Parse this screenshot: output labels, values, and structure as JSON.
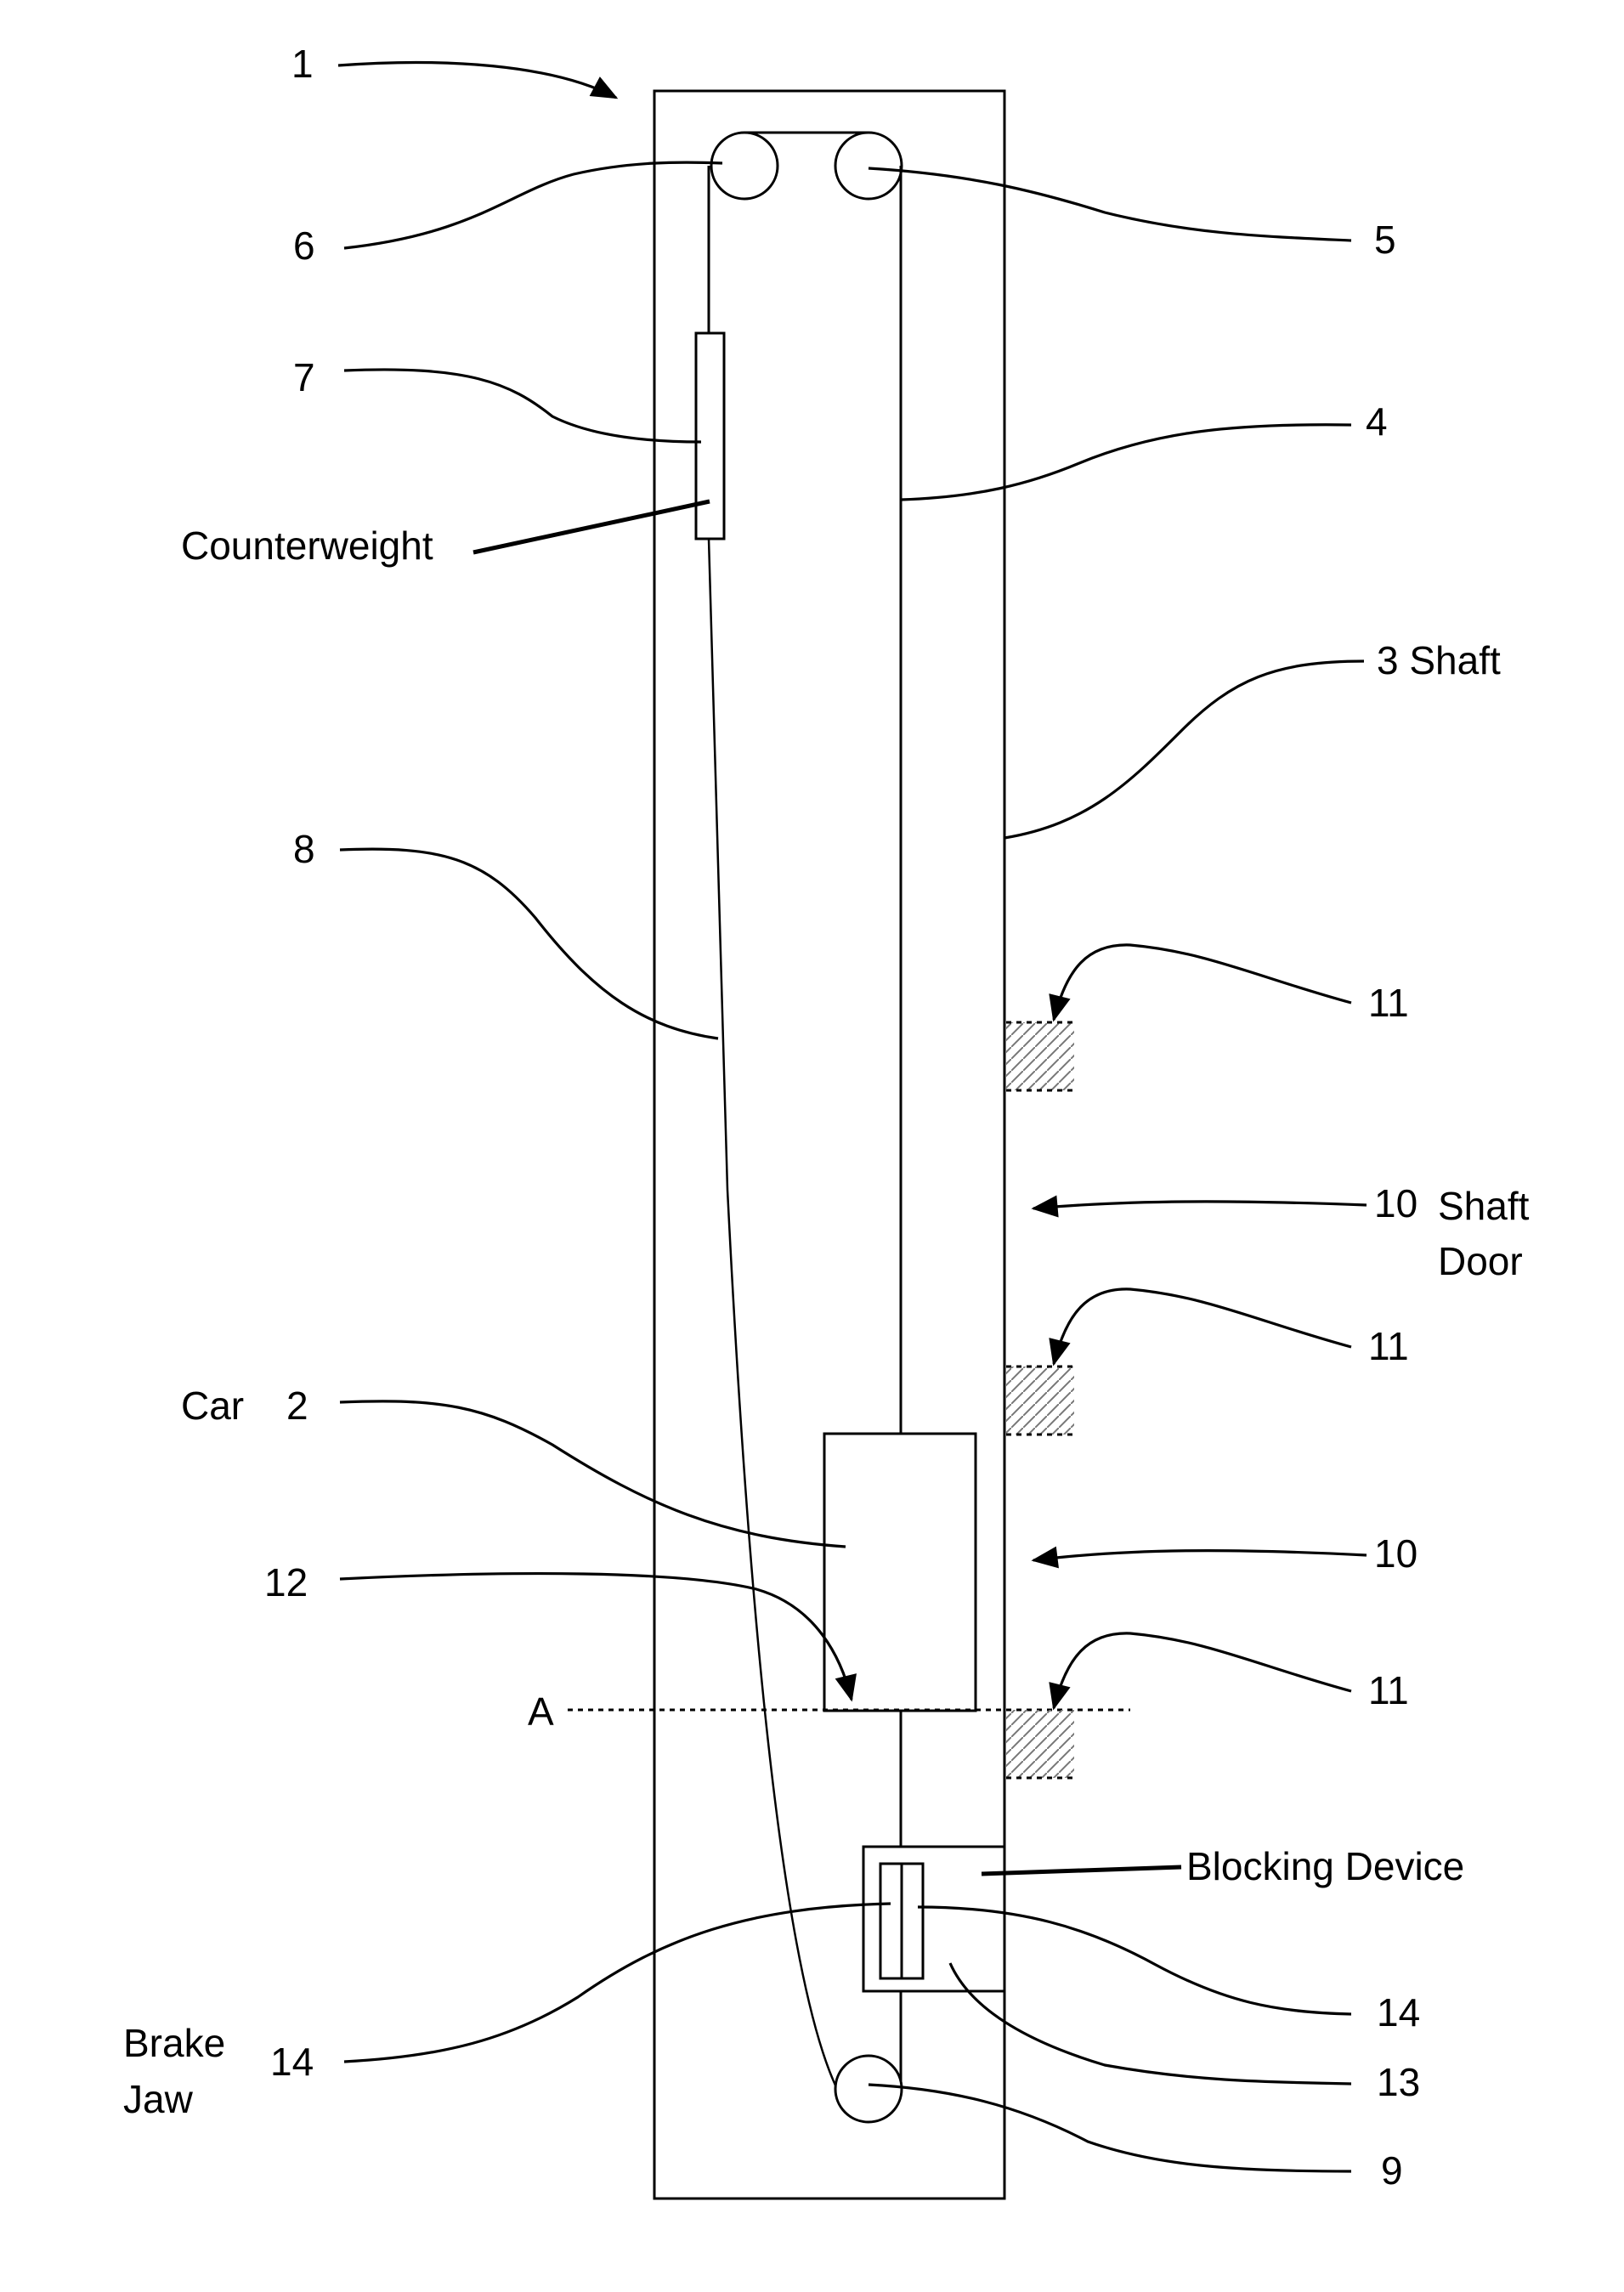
{
  "labels": {
    "l1": "1",
    "l6": "6",
    "l5": "5",
    "l7": "7",
    "l4": "4",
    "counterweight": "Counterweight",
    "l3": "3 Shaft",
    "l8": "8",
    "l11a": "11",
    "l10a": "10",
    "shaft_door_1": "Shaft",
    "shaft_door_2": "Door",
    "l11b": "11",
    "car": "Car",
    "l2": "2",
    "l10b": "10",
    "l12": "12",
    "l11c": "11",
    "la": "A",
    "blocking_device": "Blocking Device",
    "l14a": "14",
    "l13": "13",
    "brake_1": "Brake",
    "brake_2": "Jaw",
    "l14b": "14",
    "l9": "9"
  }
}
